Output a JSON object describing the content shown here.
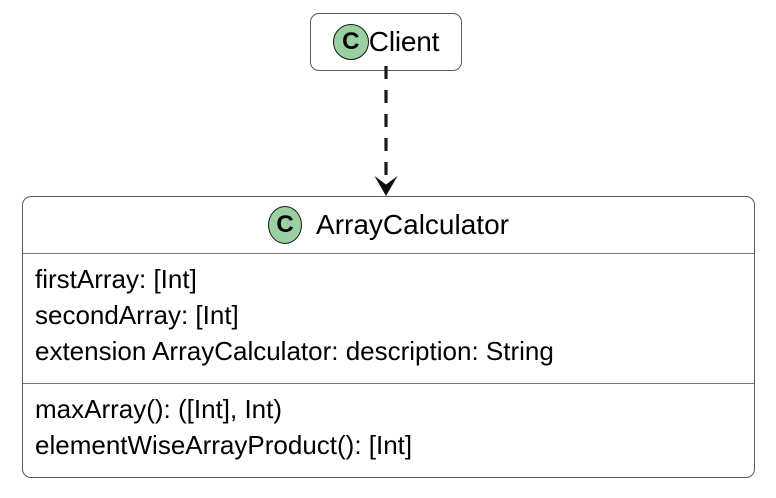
{
  "diagram": {
    "type": "uml-class-diagram",
    "background_color": "#ffffff",
    "border_color": "#59595b",
    "badge_color": "#9bd0a2",
    "badge_border_color": "#16160f",
    "divider_color": "#757577",
    "text_color": "#000000"
  },
  "client_class": {
    "name": "Client",
    "stereotype_letter": "C",
    "badge_icon": "class-circle-icon"
  },
  "relationship": {
    "kind": "dependency",
    "line_style": "dashed",
    "arrowhead": "open-v-filled",
    "direction": "Client -> ArrayCalculator",
    "label": ""
  },
  "main_class": {
    "name": "ArrayCalculator",
    "stereotype_letter": "C",
    "badge_icon": "class-circle-icon",
    "attributes": [
      "firstArray: [Int]",
      "secondArray: [Int]",
      "extension ArrayCalculator: description: String"
    ],
    "operations": [
      "maxArray(): ([Int], Int)",
      "elementWiseArrayProduct(): [Int]"
    ]
  }
}
